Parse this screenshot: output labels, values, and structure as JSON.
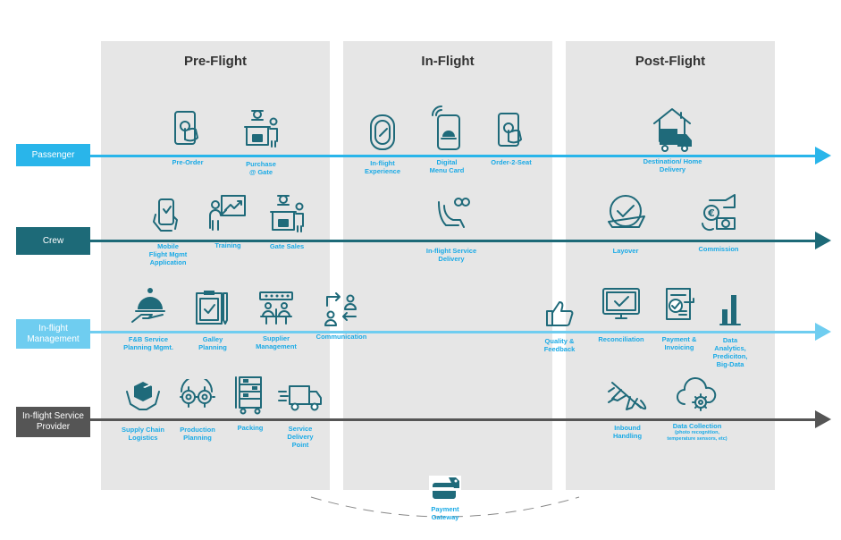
{
  "phases": {
    "pre_flight": "Pre-Flight",
    "in_flight": "In-Flight",
    "post_flight": "Post-Flight"
  },
  "lanes": {
    "passenger": "Passenger",
    "crew": "Crew",
    "inflight_management_1": "In-flight",
    "inflight_management_2": "Management",
    "service_provider_1": "In-flight Service",
    "service_provider_2": "Provider"
  },
  "colors": {
    "passenger": "#29b5ea",
    "crew": "#1d6a78",
    "inflight_management": "#6fcdf0",
    "service_provider": "#555555",
    "caption": "#1aaae6",
    "icon": "#1f6a7a",
    "phase_bg": "#e6e6e6"
  },
  "steps": {
    "pre_order": "Pre-Order",
    "purchase_gate_1": "Purchase",
    "purchase_gate_2": "@ Gate",
    "inflight_experience_1": "In-flight",
    "inflight_experience_2": "Experience",
    "digital_menu_1": "Digital",
    "digital_menu_2": "Menu Card",
    "order_2_seat": "Order-2-Seat",
    "destination_1": "Destination/ Home",
    "destination_2": "Delivery",
    "mobile_app_1": "Mobile",
    "mobile_app_2": "Flight Mgmt",
    "mobile_app_3": "Application",
    "training": "Training",
    "gate_sales": "Gate Sales",
    "inflight_service_delivery_1": "In-flight Service",
    "inflight_service_delivery_2": "Delivery",
    "layover": "Layover",
    "commission": "Commission",
    "fb_planning_1": "F&B Service",
    "fb_planning_2": "Planning Mgmt.",
    "galley_1": "Galley",
    "galley_2": "Planning",
    "supplier_1": "Supplier",
    "supplier_2": "Management",
    "communication": "Communication",
    "quality_1": "Quality &",
    "quality_2": "Feedback",
    "reconciliation": "Reconciliation",
    "payment_invoicing_1": "Payment &",
    "payment_invoicing_2": "Invoicing",
    "data_analytics_1": "Data",
    "data_analytics_2": "Analytics,",
    "data_analytics_3": "Prediciton,",
    "data_analytics_4": "Big-Data",
    "supply_chain_1": "Supply Chain",
    "supply_chain_2": "Logistics",
    "production_1": "Production",
    "production_2": "Planning",
    "packing": "Packing",
    "service_point_1": "Service",
    "service_point_2": "Delivery",
    "service_point_3": "Point",
    "inbound_1": "Inbound",
    "inbound_2": "Handling",
    "data_collection_1": "Data Collection",
    "data_collection_2": "(photo recognition,",
    "data_collection_3": "temperature sensors, etc)",
    "payment_gateway_1": "Payment",
    "payment_gateway_2": "Gateway"
  },
  "icons": {
    "pre_order": "tap-phone-icon",
    "purchase_gate": "gate-counter-icon",
    "inflight_experience": "airplane-window-icon",
    "digital_menu": "wireless-menu-icon",
    "order_2_seat": "tap-phone-icon",
    "destination": "house-truck-icon",
    "mobile_app": "hand-phone-icon",
    "training": "presentation-icon",
    "gate_sales": "gate-counter-icon",
    "inflight_service_delivery": "seated-passenger-icon",
    "layover": "clock-plane-icon",
    "commission": "euro-coins-icon",
    "fb_planning": "cloche-hand-icon",
    "galley": "clipboard-check-icon",
    "supplier": "meeting-table-icon",
    "communication": "exchange-people-icon",
    "quality": "thumbs-up-icon",
    "reconciliation": "monitor-check-icon",
    "payment_invoicing": "invoice-icon",
    "data_analytics": "bar-chart-icon",
    "supply_chain": "box-hands-icon",
    "production": "gears-icon",
    "packing": "trolley-icon",
    "service_point": "delivery-truck-icon",
    "inbound": "airplane-icon",
    "data_collection": "cloud-gear-icon",
    "payment_gateway": "credit-card-tag-icon"
  }
}
